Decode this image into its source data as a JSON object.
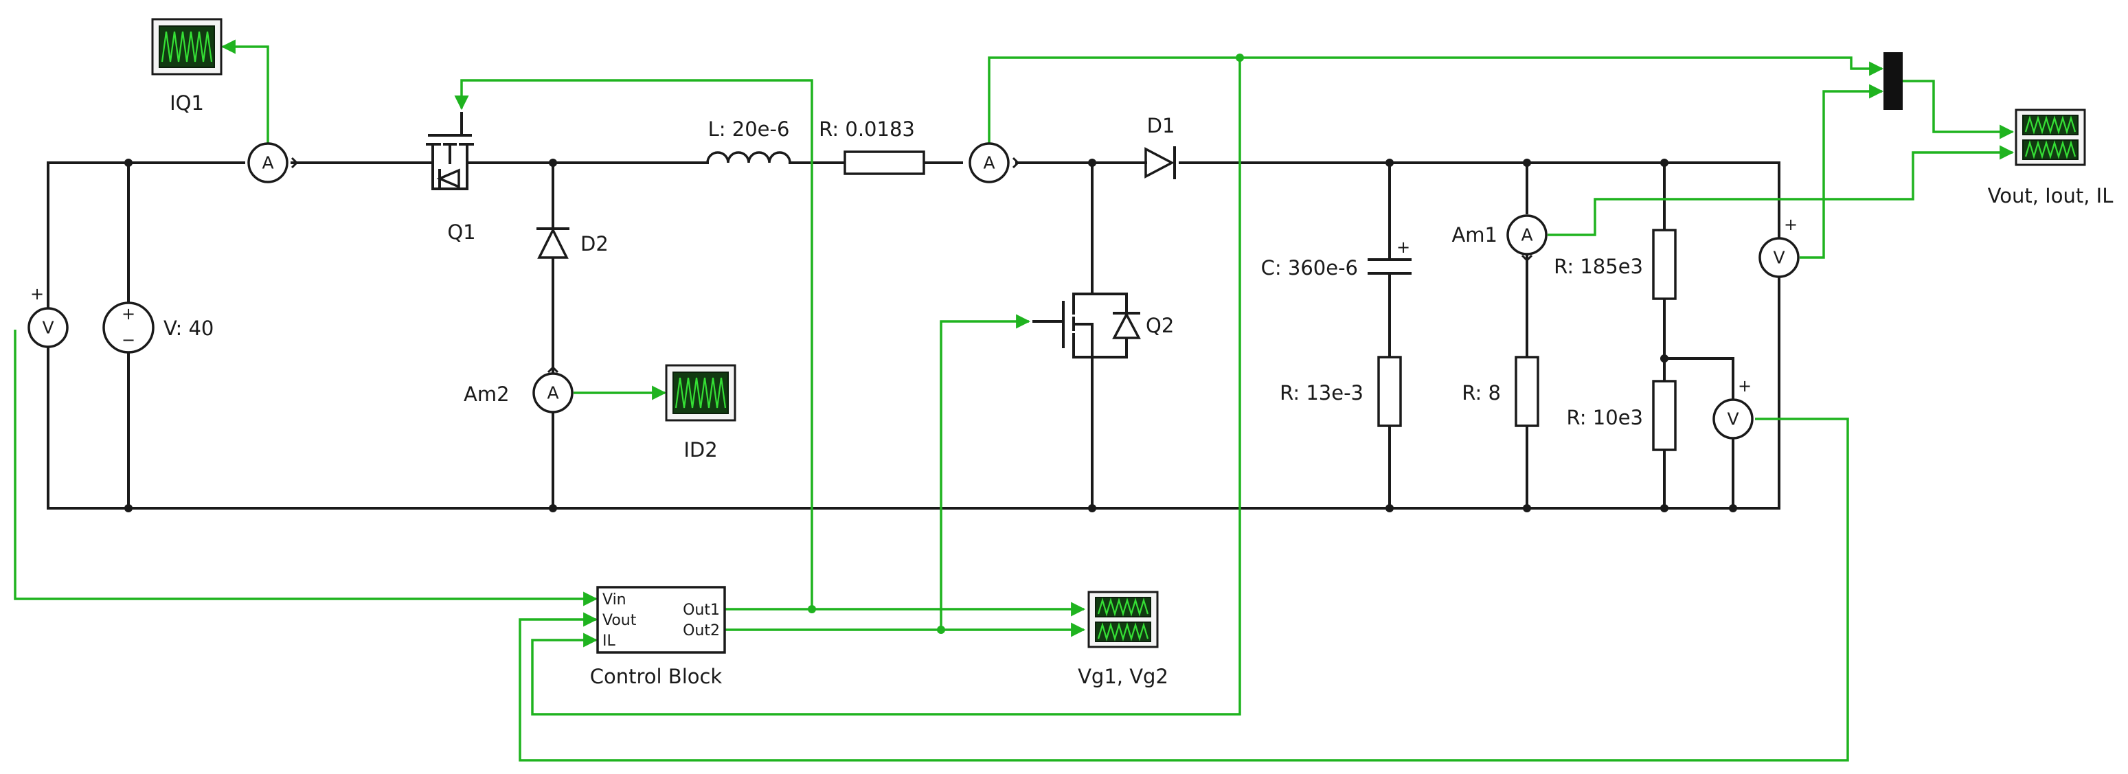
{
  "colors": {
    "wire": "#1a1a1a",
    "signal": "#1fb31f",
    "scope_screen": "#113a11",
    "scope_wave": "#35e035"
  },
  "icons": [
    "ammeter-icon",
    "voltmeter-icon",
    "dc-source-icon",
    "scope-icon",
    "mosfet-icon",
    "diode-icon",
    "inductor-icon",
    "resistor-icon",
    "capacitor-icon",
    "mux-icon"
  ],
  "meters": {
    "ammeter_symbol": "A",
    "voltmeter_symbol": "V"
  },
  "signs": {
    "plus": "+",
    "minus": "−"
  },
  "source": {
    "label": "V: 40"
  },
  "switches": {
    "q1": "Q1",
    "q2": "Q2"
  },
  "diodes": {
    "d1": "D1",
    "d2": "D2"
  },
  "inductor": {
    "label": "L: 20e-6"
  },
  "resistors": {
    "series": "R: 0.0183",
    "esr": "R: 13e-3",
    "load": "R: 8",
    "div_top": "R: 185e3",
    "div_bottom": "R: 10e3"
  },
  "capacitor": {
    "label": "C: 360e-6"
  },
  "ammeters": {
    "am1": "Am1",
    "am2": "Am2"
  },
  "scopes": {
    "iq1": "IQ1",
    "id2": "ID2",
    "vg": "Vg1, Vg2",
    "vout": "Vout, Iout, IL"
  },
  "control": {
    "label": "Control Block",
    "in1": "Vin",
    "in2": "Vout",
    "in3": "IL",
    "out1": "Out1",
    "out2": "Out2"
  }
}
